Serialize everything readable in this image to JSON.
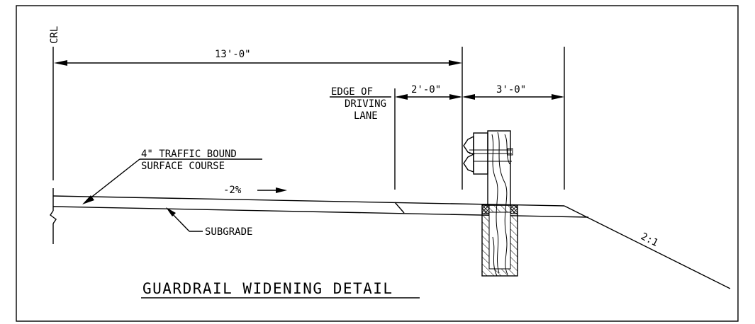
{
  "labels": {
    "centerline": "CRL",
    "dim_total": "13'-0\"",
    "edge_line1": "EDGE OF",
    "edge_line2": "DRIVING",
    "edge_line3": "LANE",
    "dim_edge_to_post": "2'-0\"",
    "dim_post_to_hinge": "3'-0\"",
    "surface_line1": "4\" TRAFFIC BOUND",
    "surface_line2": "SURFACE COURSE",
    "slope": "-2%",
    "subgrade": "SUBGRADE",
    "side_slope": "2:1",
    "title": "GUARDRAIL WIDENING DETAIL"
  },
  "colors": {
    "ink": "#000000",
    "background": "#ffffff"
  },
  "icons": {
    "break_line": "zigzag-break-symbol",
    "dimension_arrow": "filled-arrowhead",
    "guardrail_post": "hatched-post-in-ground"
  }
}
